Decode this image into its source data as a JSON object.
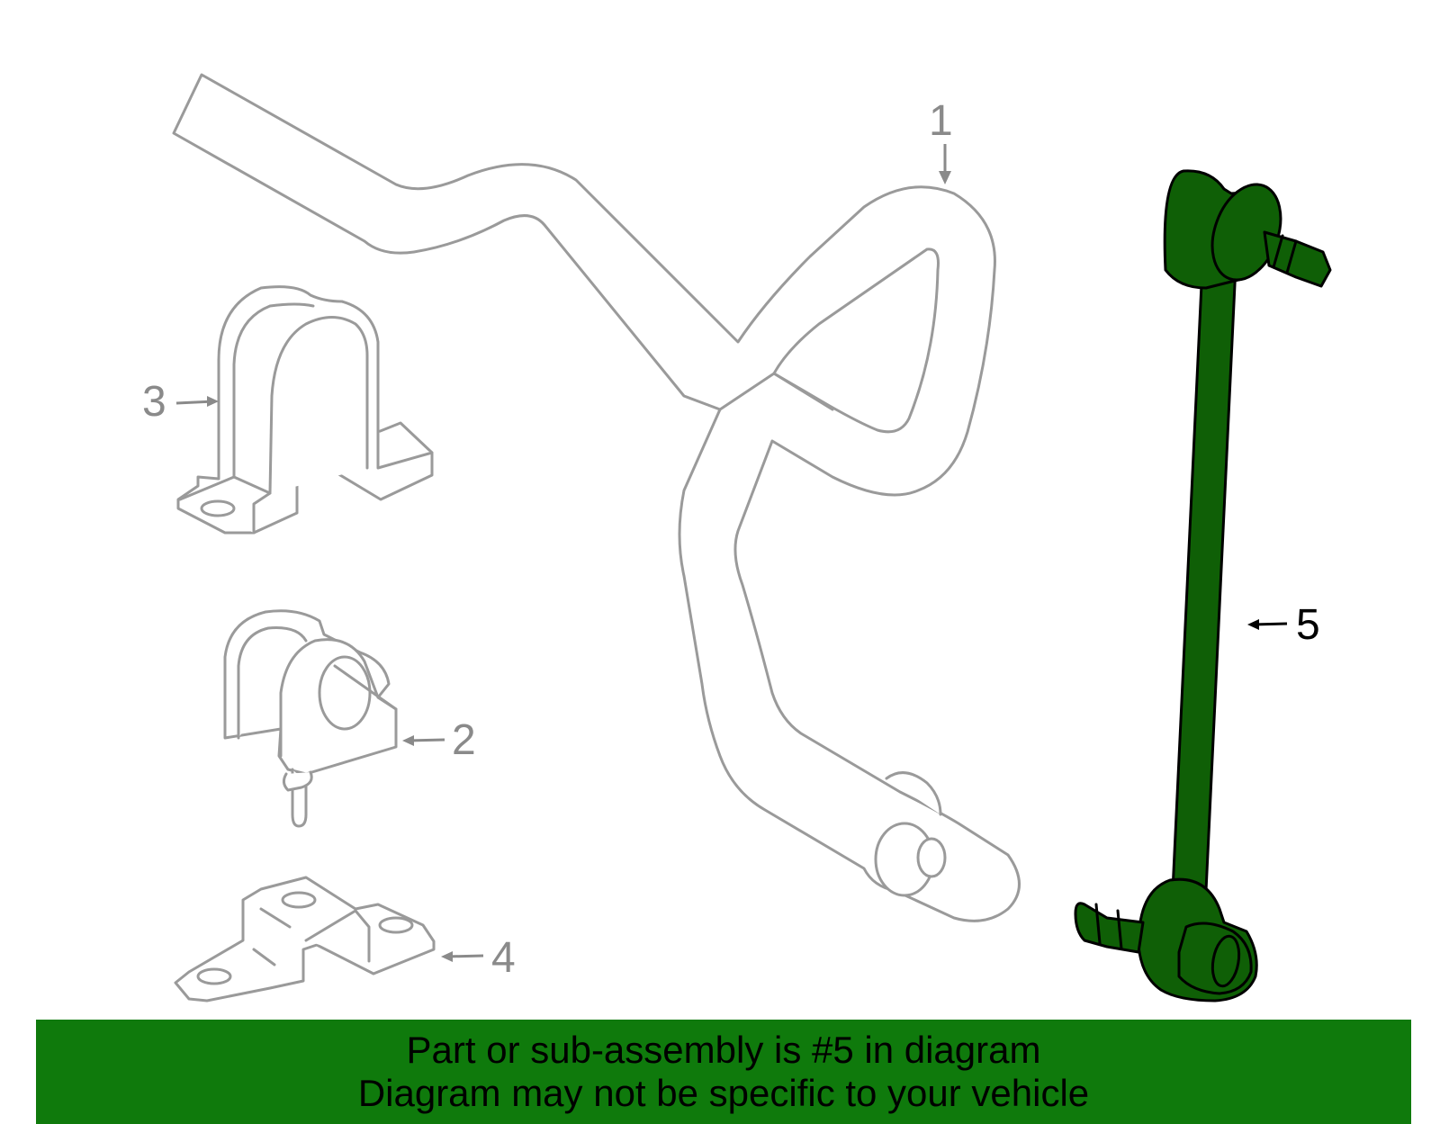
{
  "diagram": {
    "callouts": [
      {
        "id": "1",
        "label": "1"
      },
      {
        "id": "2",
        "label": "2"
      },
      {
        "id": "3",
        "label": "3"
      },
      {
        "id": "4",
        "label": "4"
      },
      {
        "id": "5",
        "label": "5"
      }
    ],
    "highlighted_part": "5",
    "colors": {
      "outline": "#9a9a9a",
      "highlight_fill": "#0f5f06",
      "highlight_stroke": "#000000",
      "banner": "#0f7a0c"
    }
  },
  "banner": {
    "line1": "Part or sub-assembly is #5 in diagram",
    "line2": "Diagram may not be specific to your vehicle"
  }
}
